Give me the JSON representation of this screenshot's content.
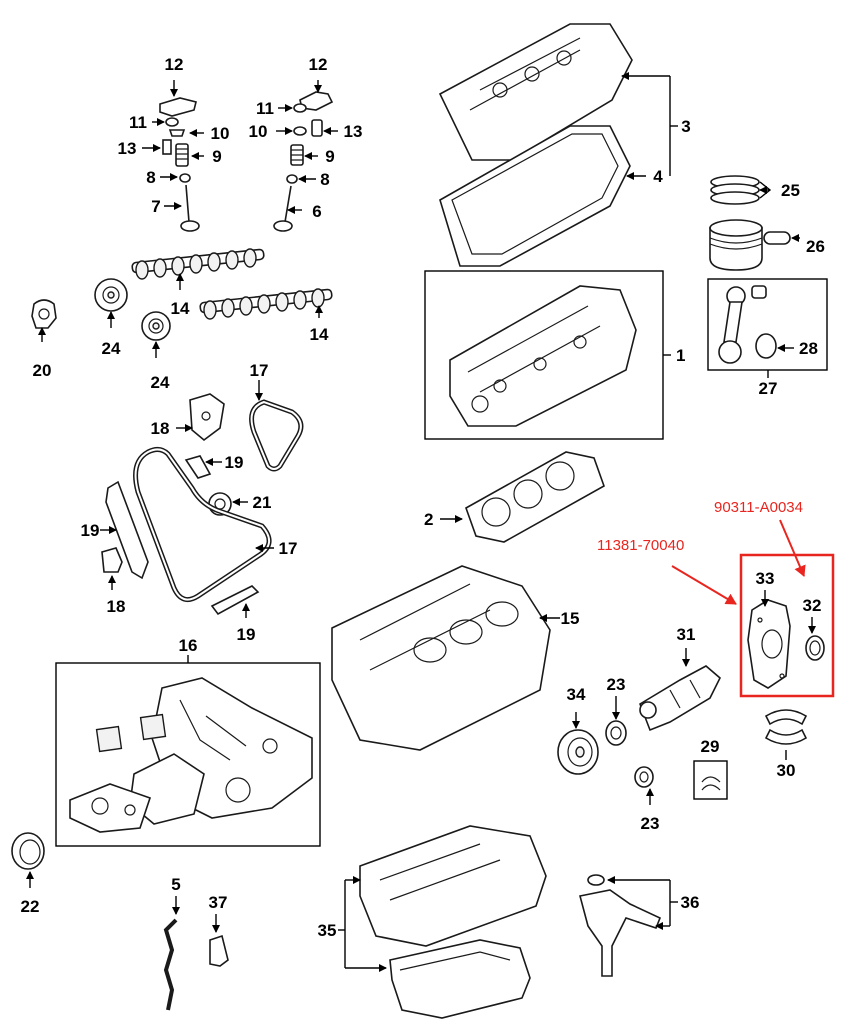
{
  "callouts": {
    "c1": "1",
    "c2": "2",
    "c3": "3",
    "c4": "4",
    "c5": "5",
    "c6": "6",
    "c7": "7",
    "c8": "8",
    "c9": "9",
    "c10": "10",
    "c11": "11",
    "c12": "12",
    "c13": "13",
    "c14": "14",
    "c15": "15",
    "c16": "16",
    "c17": "17",
    "c18": "18",
    "c19": "19",
    "c20": "20",
    "c21": "21",
    "c22": "22",
    "c23": "23",
    "c24": "24",
    "c25": "25",
    "c26": "26",
    "c27": "27",
    "c28": "28",
    "c29": "29",
    "c30": "30",
    "c31": "31",
    "c32": "32",
    "c33": "33",
    "c34": "34",
    "c35": "35",
    "c36": "36",
    "c37": "37"
  },
  "annotations": {
    "part_number_33": "11381-70040",
    "part_number_32": "90311-A0034"
  },
  "colors": {
    "line": "#000000",
    "highlight": "#e8261f",
    "background": "#ffffff"
  }
}
